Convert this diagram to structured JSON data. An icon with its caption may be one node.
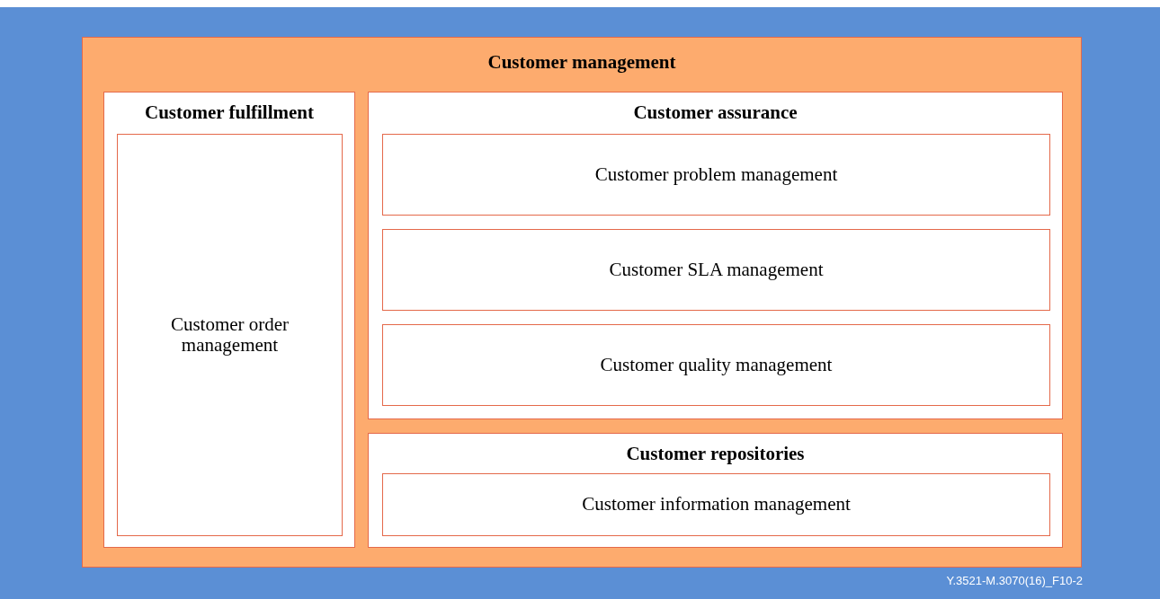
{
  "diagram": {
    "nodes": [
      {
        "text": [
          "Customer management"
        ]
      },
      {
        "text": [
          "Customer fulfillment"
        ],
        "in": 0
      },
      {
        "text": [
          "Customer order management"
        ],
        "in": 1
      },
      {
        "text": [
          "Customer assurance"
        ],
        "in": 0
      },
      {
        "text": [
          "Customer problem management"
        ],
        "in": 3
      },
      {
        "text": [
          "Customer SLA management"
        ],
        "in": 3
      },
      {
        "text": [
          "Customer quality management"
        ],
        "in": 3
      },
      {
        "text": [
          "Customer repositories"
        ],
        "in": 0
      },
      {
        "text": [
          "Customer information management"
        ],
        "in": 7
      }
    ],
    "labels": [
      "Y.3521-M.3070(16)_F10-2"
    ]
  }
}
